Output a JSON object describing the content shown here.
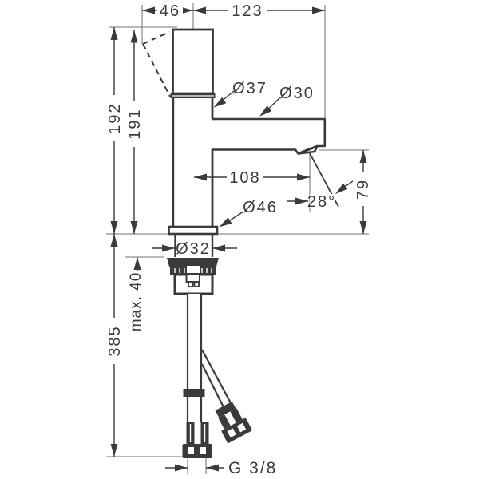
{
  "colors": {
    "background": "#ffffff",
    "line_dark": "#3a3a3a",
    "line_thin": "#8f8f8f"
  },
  "labels": {
    "handle_projection": "46",
    "spout_reach": "123",
    "total_height": "192",
    "height_to_body_top": "191",
    "body_diameter": "Ø37",
    "spout_diameter": "Ø30",
    "outlet_offset": "108",
    "stream_angle": "28°",
    "outlet_height": "79",
    "base_diameter": "Ø46",
    "shank_diameter": "Ø32",
    "max_mounting_thickness": "max. 40",
    "hose_length_below": "385",
    "connection_thread": "G 3/8"
  }
}
